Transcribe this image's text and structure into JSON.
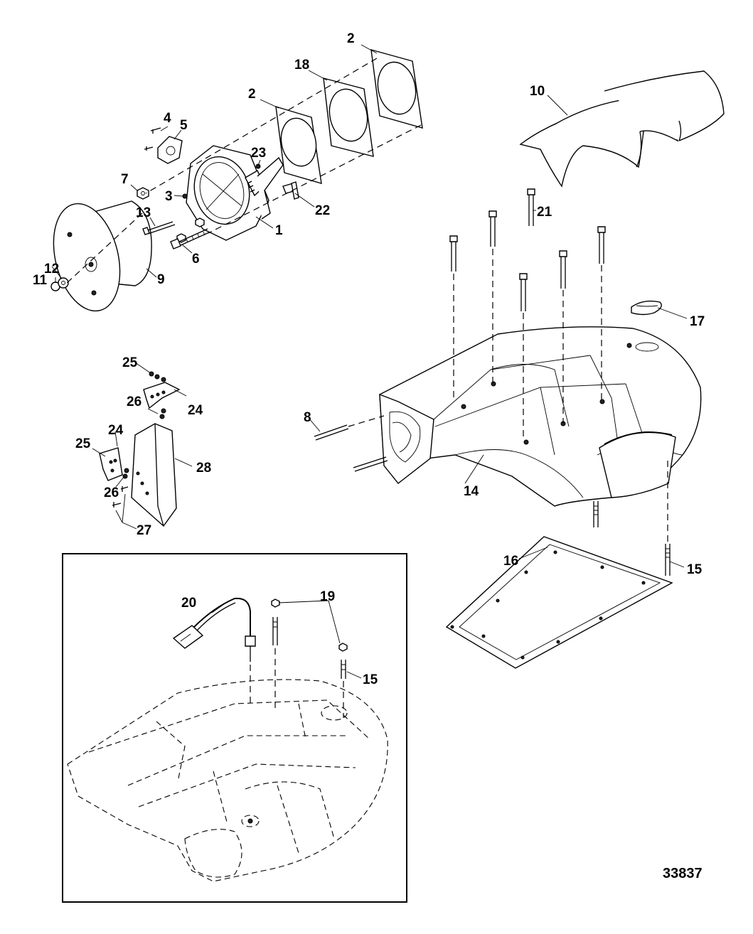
{
  "figure_number": "33837",
  "callouts": [
    "1",
    "2",
    "3",
    "4",
    "5",
    "6",
    "7",
    "8",
    "9",
    "10",
    "11",
    "12",
    "13",
    "14",
    "15",
    "16",
    "17",
    "18",
    "19",
    "20",
    "21",
    "22",
    "23",
    "24",
    "25",
    "26",
    "27",
    "28"
  ],
  "labels": {
    "l1": "1",
    "l2a": "2",
    "l2b": "2",
    "l3": "3",
    "l4": "4",
    "l5": "5",
    "l6": "6",
    "l7": "7",
    "l8": "8",
    "l9": "9",
    "l10": "10",
    "l11": "11",
    "l12": "12",
    "l13": "13",
    "l14": "14",
    "l15a": "15",
    "l15b": "15",
    "l16": "16",
    "l17": "17",
    "l18": "18",
    "l19": "19",
    "l20": "20",
    "l21": "21",
    "l22": "22",
    "l23": "23",
    "l24a": "24",
    "l24b": "24",
    "l25a": "25",
    "l25b": "25",
    "l26a": "26",
    "l26b": "26",
    "l27": "27",
    "l28": "28"
  }
}
